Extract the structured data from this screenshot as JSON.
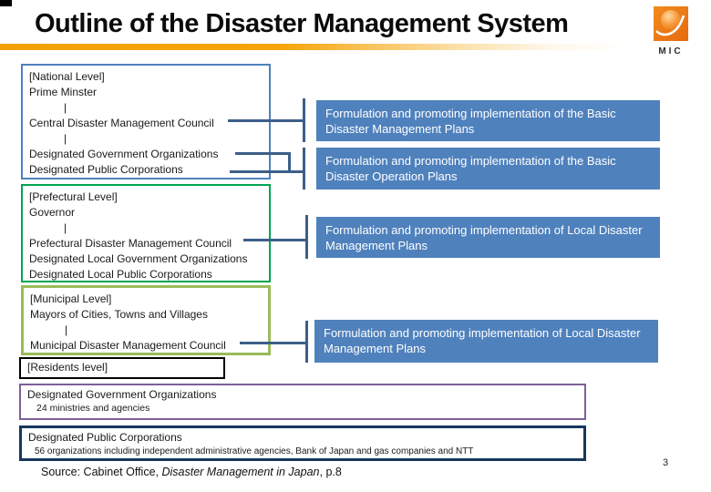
{
  "header": {
    "title": "Outline of the Disaster Management System",
    "logo_text": "MIC"
  },
  "national": {
    "lines": [
      "[National Level]",
      "Prime Minster",
      "|",
      "Central Disaster Management Council",
      "|",
      "Designated Government Organizations",
      "Designated Public Corporations"
    ]
  },
  "prefectural": {
    "lines": [
      "[Prefectural Level]",
      "Governor",
      "|",
      "Prefectural Disaster Management Council",
      "Designated Local Government Organizations",
      "Designated Local Public Corporations"
    ]
  },
  "municipal": {
    "lines": [
      "[Municipal Level]",
      "Mayors of Cities, Towns and Villages",
      "|",
      "Municipal Disaster Management Council"
    ]
  },
  "residents": {
    "label": "[Residents level]"
  },
  "plans": {
    "basic_management": "Formulation and promoting implementation of the Basic Disaster Management Plans",
    "basic_operation": "Formulation and promoting implementation of the Basic Disaster Operation Plans",
    "local_prefectural": "Formulation and promoting implementation of Local Disaster Management Plans",
    "local_municipal": "Formulation and promoting implementation of Local Disaster Management Plans"
  },
  "gov_orgs": {
    "title": "Designated Government Organizations",
    "subtitle": "24 ministries and agencies"
  },
  "public_corps": {
    "title": "Designated Public Corporations",
    "subtitle": "56 organizations including independent administrative agencies, Bank of Japan and gas companies and NTT"
  },
  "footer": {
    "source_prefix": "Source: Cabinet Office, ",
    "source_italic": "Disaster Management in Japan",
    "source_suffix": ", p.8",
    "page_number": "3"
  },
  "colors": {
    "plan_box_fill": "#4f81bd",
    "connector": "#3c5f88",
    "national_border": "#4f81bd",
    "prefectural_border": "#00a550",
    "municipal_border": "#9bbb59",
    "residents_border": "#000000",
    "gov_orgs_border": "#7d5f9b",
    "public_corps_border": "#17375d",
    "title_rule_orange": "#f2a109",
    "logo_orange": "#ee7611"
  }
}
